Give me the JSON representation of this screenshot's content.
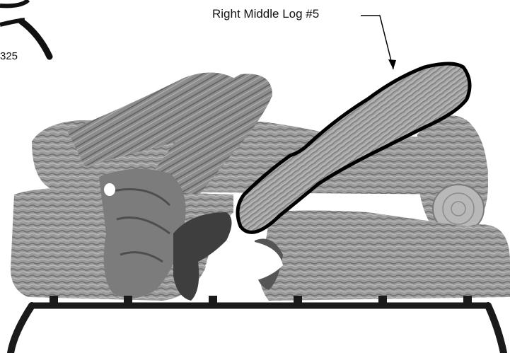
{
  "callout": {
    "label": "Right Middle Log #5"
  },
  "corner_part_number": "325",
  "highlighted_part": "right-middle-log-5",
  "colors": {
    "outline": "#000000",
    "log_light": "#b0b0b0",
    "log_mid": "#8a8a8a",
    "log_dark": "#5a5a5a",
    "grate": "#1a1a1a"
  }
}
